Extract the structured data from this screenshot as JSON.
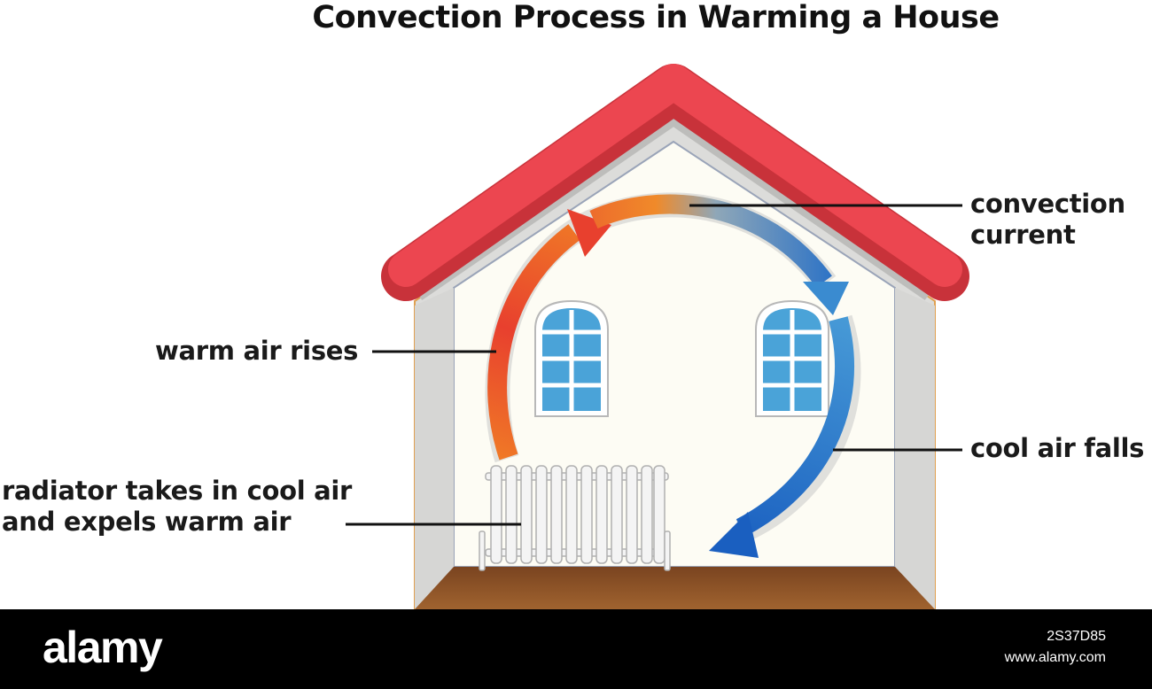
{
  "title": "Convection Process in Warming a House",
  "labels": {
    "convection_current_line1": "convection",
    "convection_current_line2": "current",
    "warm_air_rises": "warm air rises",
    "cool_air_falls": "cool air falls",
    "radiator_line1": "radiator takes in cool air",
    "radiator_line2": "and expels warm air"
  },
  "watermark": {
    "brand": "alamy",
    "image_id": "2S37D85",
    "site": "www.alamy.com"
  },
  "colors": {
    "roof": "#e8404a",
    "wall": "#fdfcf4",
    "floor": "#8a5028",
    "warm_arrow": "#e8402e",
    "cool_arrow": "#1e6bc8",
    "window_glass": "#4aa3d8"
  }
}
